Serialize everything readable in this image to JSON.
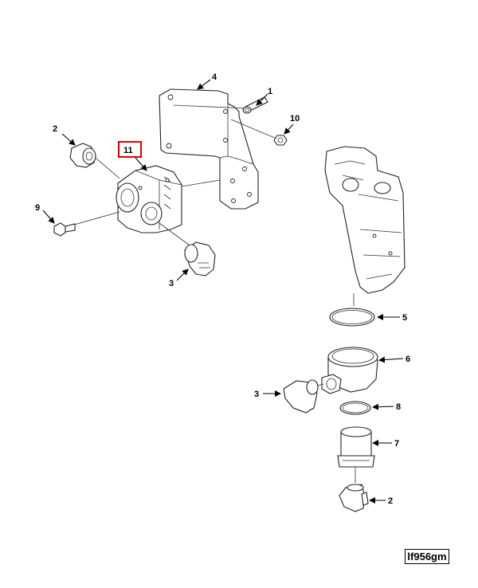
{
  "diagram": {
    "callouts": {
      "c1": "1",
      "c2_top": "2",
      "c2_bottom": "2",
      "c3_top": "3",
      "c3_bottom": "3",
      "c4": "4",
      "c5": "5",
      "c6": "6",
      "c7": "7",
      "c8": "8",
      "c9": "9",
      "c10": "10",
      "c11": "11"
    },
    "highlight_color": "#e00000",
    "reference_code": "lf956gm"
  }
}
